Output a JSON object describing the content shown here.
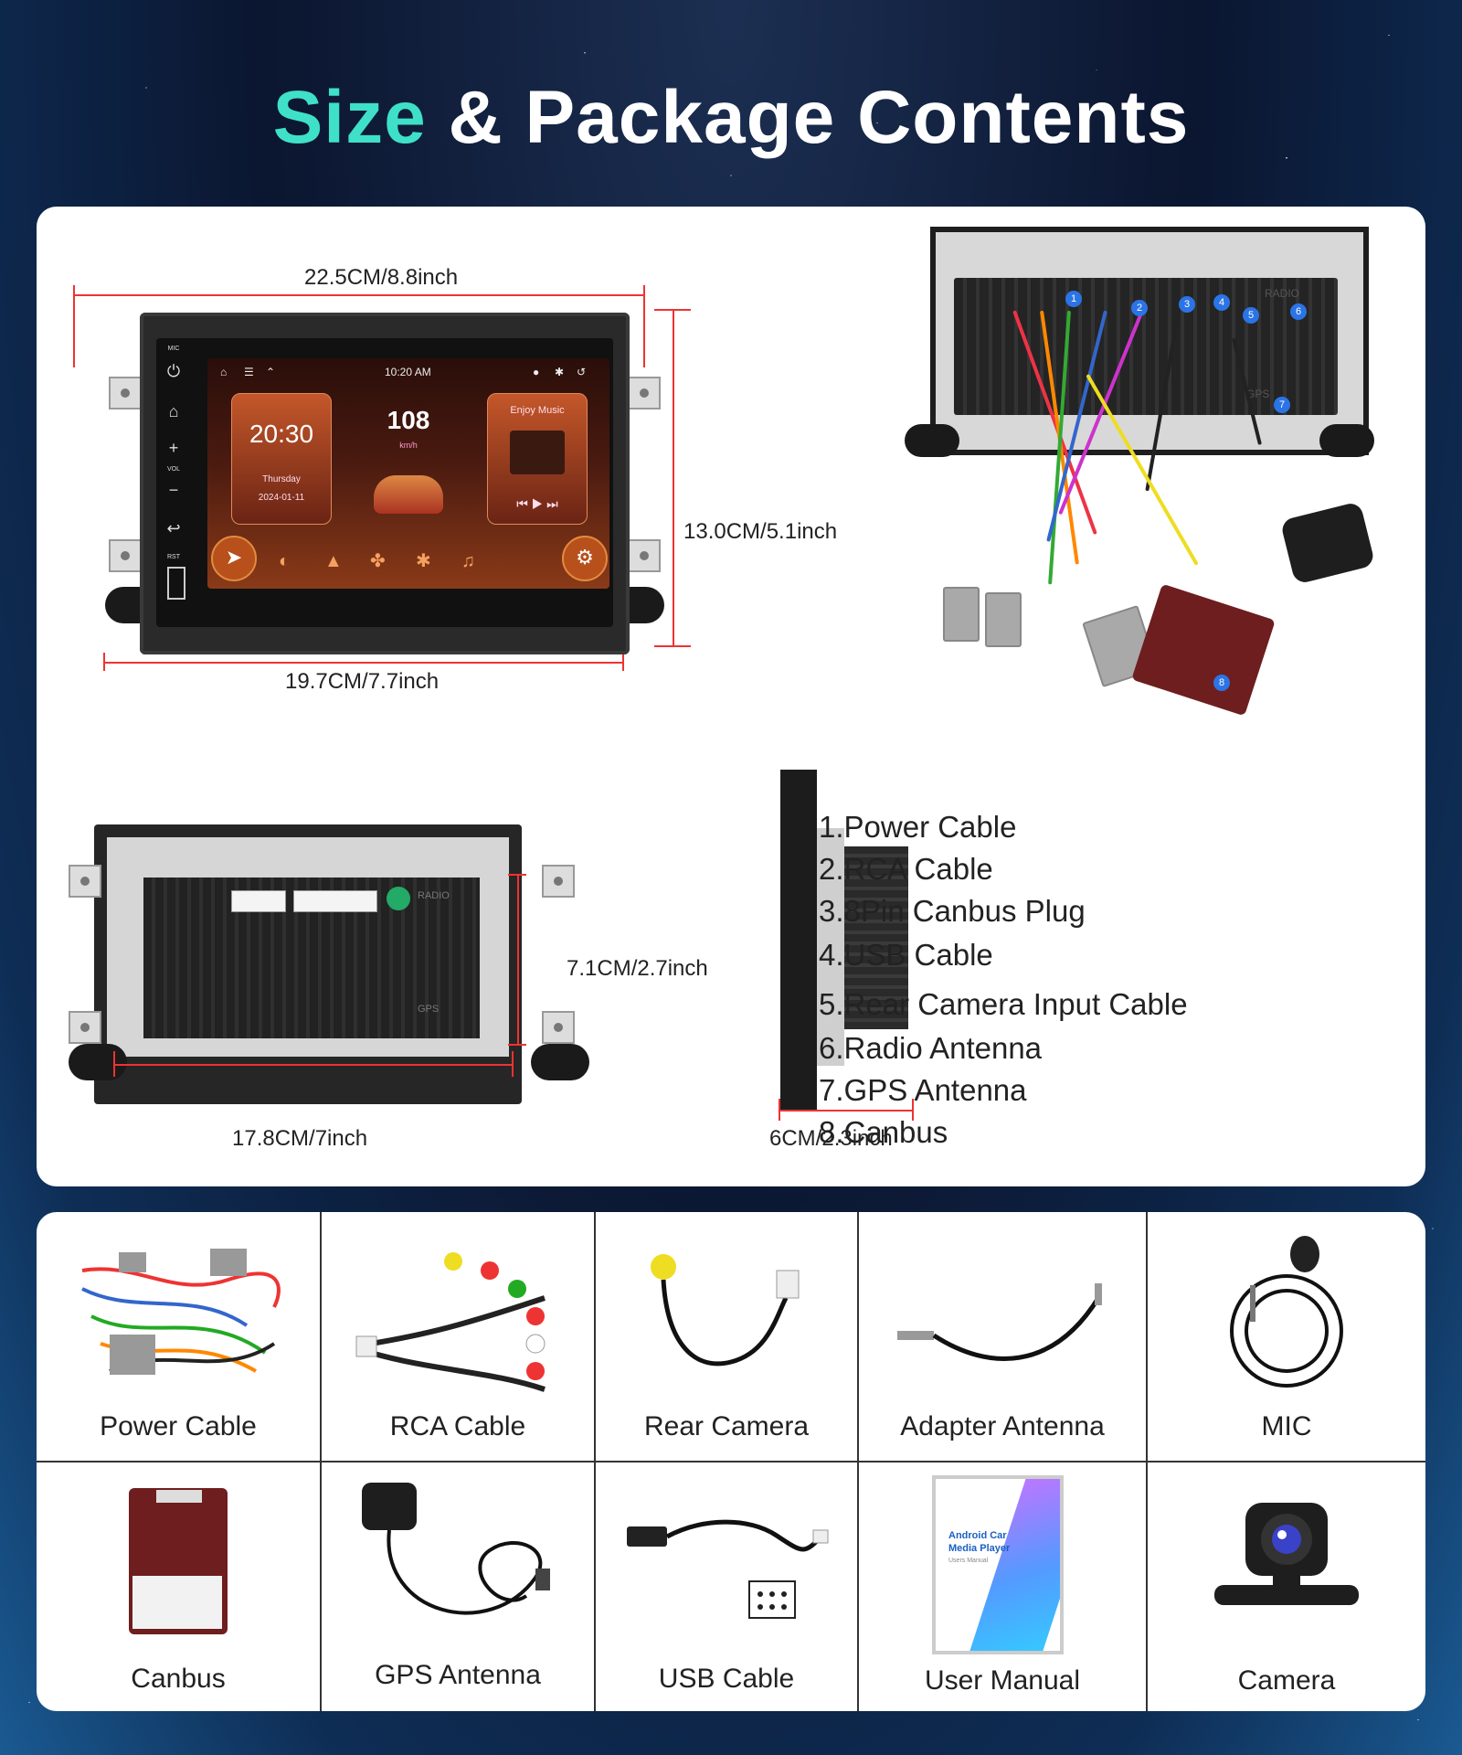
{
  "title": {
    "accent": "Size",
    "rest": "& Package Contents"
  },
  "dimensions": {
    "front_width": "22.5CM/8.8inch",
    "front_height": "13.0CM/5.1inch",
    "front_screen_width": "19.7CM/7.7inch",
    "back_width": "17.8CM/7inch",
    "back_height": "7.1CM/2.7inch",
    "depth": "6CM/2.3inch"
  },
  "screen": {
    "status_time": "10:20 AM",
    "clock": "20:30",
    "day": "Thursday",
    "date": "2024-01-11",
    "speed": "108",
    "speed_unit": "km/h",
    "music_title": "Enjoy Music"
  },
  "front_labels": {
    "mic": "MIC",
    "vol": "VOL",
    "rst": "RST"
  },
  "rear_labels": {
    "radio": "RADIO",
    "gps": "GPS"
  },
  "wire_numbers": [
    "1",
    "2",
    "3",
    "4",
    "5",
    "6",
    "7",
    "8"
  ],
  "components": [
    "1.Power Cable",
    "2.RCA Cable",
    "3.8Pin Canbus Plug",
    "4.USB Cable",
    "5.Rear Camera Input Cable",
    "6.Radio Antenna",
    "7.GPS Antenna",
    "8.Canbus"
  ],
  "package": [
    {
      "label": "Power Cable",
      "icon": "power-cable-icon"
    },
    {
      "label": "RCA Cable",
      "icon": "rca-cable-icon"
    },
    {
      "label": "Rear Camera",
      "icon": "rear-camera-cable-icon"
    },
    {
      "label": "Adapter Antenna",
      "icon": "adapter-antenna-icon"
    },
    {
      "label": "MIC",
      "icon": "mic-icon"
    },
    {
      "label": "Canbus",
      "icon": "canbus-box-icon"
    },
    {
      "label": "GPS Antenna",
      "icon": "gps-antenna-icon"
    },
    {
      "label": "USB Cable",
      "icon": "usb-cable-icon"
    },
    {
      "label": "User Manual",
      "icon": "user-manual-icon"
    },
    {
      "label": "Camera",
      "icon": "camera-icon"
    }
  ],
  "manual": {
    "line1": "Android Car",
    "line2": "Media Player",
    "line3": "Users Manual"
  },
  "colors": {
    "accent": "#3fe0c8",
    "dimension_line": "#e33333",
    "number_badge": "#2b74e6"
  }
}
